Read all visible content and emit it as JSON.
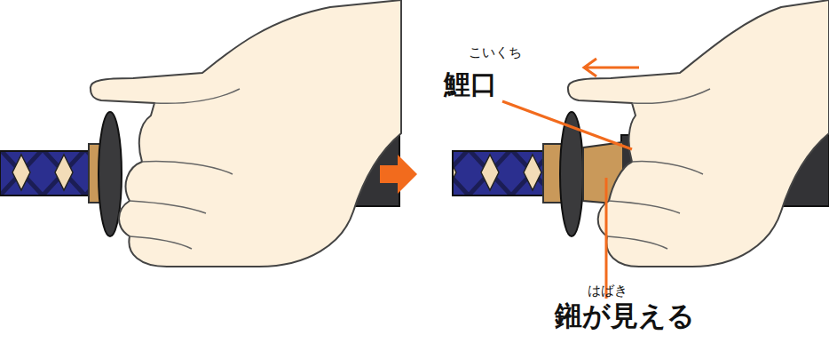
{
  "diagram": {
    "labels": [
      "こいくち",
      "鯉口",
      "はばき",
      "鎺が見える"
    ]
  }
}
